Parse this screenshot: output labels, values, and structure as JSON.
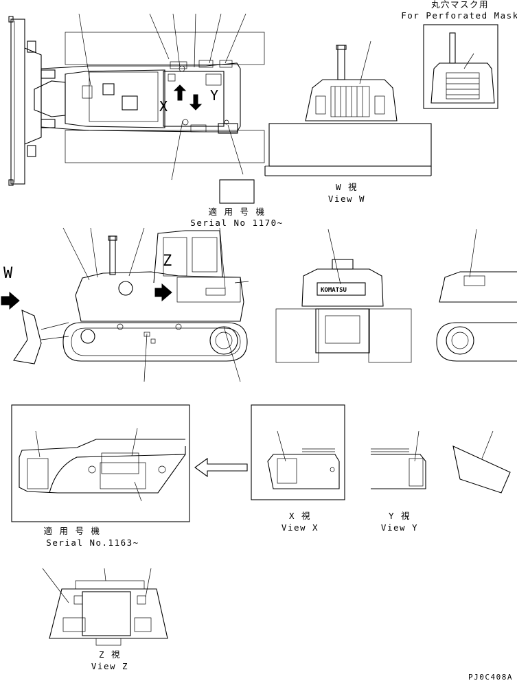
{
  "labels": {
    "perforated_jp": "丸穴マスク用",
    "perforated_en": "For Perforated Mask",
    "view_w_jp": "W 視",
    "view_w_en": "View W",
    "serial_top_jp": "適 用 号 機",
    "serial_top_en": "Serial No 1170~",
    "view_x_jp": "X 視",
    "view_x_en": "View X",
    "view_y_jp": "Y 視",
    "view_y_en": "View Y",
    "serial_bottom_jp": "適 用 号 機",
    "serial_bottom_en": "Serial No.1163~",
    "view_z_jp": "Z 視",
    "view_z_en": "View Z",
    "drawing_code": "PJ0C408A"
  },
  "markers": {
    "w": "W",
    "x": "X",
    "y": "Y",
    "z": "Z"
  },
  "logo_text": "KOMATSU"
}
